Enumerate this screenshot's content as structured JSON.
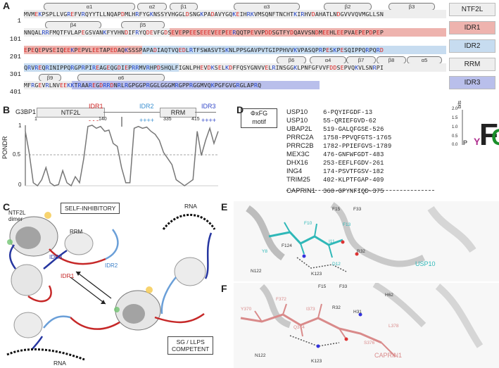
{
  "panel_letters": {
    "a": "A",
    "b": "B",
    "c": "C",
    "d": "D",
    "e": "E",
    "f": "F"
  },
  "panelA": {
    "secondary_structure": [
      "α1",
      "α2",
      "β1",
      "α3",
      "β2",
      "β3",
      "β4",
      "β5",
      "β6",
      "α4",
      "β7",
      "β8",
      "α5",
      "β9",
      "α6"
    ],
    "rows": [
      {
        "num": "1",
        "seq": "MVMEKPSPLLVGREFVRQYYTLLNQAPDMLHRFYGKNSSYVHGGLDSNGKPADAVYGQKEIHRKVMSQNFTNCHTKIRHVDAHATLNDGVVVQVMGLLSN"
      },
      {
        "num": "101",
        "seq": "NNQALRRFMQTFVLAPEGSVANKFYVHNDIFRYQDEVFGDSEVEPPEESEEEVEEPEERQQTPEVVPDDSGTFYDQAVVSNDMEEHLEEPVAEPEPDPEP"
      },
      {
        "num": "201",
        "seq": "EPEQEPVSEIQEEKPEPVLEETAPEDAQKSSSPAPADIAQTVQEDLRTFSWASVTSKNLPPSGAVPVTGIPPHVVKVPASQPRPESKPESQIPPQRPQRD"
      },
      {
        "num": "301",
        "seq": "QRVREQRINIPPQRGPRPIREAGEQGDIEPRRMVRHPDSHQLFIGNLPHEVDKSELKDFFQSYGNVVELRINSGGKLPNFGFVVFDDSEPVQKVLSNRPI"
      },
      {
        "num": "401",
        "seq": "MFRGEVRLNVEEKKTRAAREGDRRDNRLRGPGGPRGGLGGGMRGPPRGGMVQKPGFGVGRGLAPRQ"
      }
    ],
    "legend": [
      {
        "label": "NTF2L",
        "color": "#eeeeee"
      },
      {
        "label": "IDR1",
        "color": "#eeb3ae"
      },
      {
        "label": "IDR2",
        "color": "#c7dcf0"
      },
      {
        "label": "RRM",
        "color": "#eeeeee"
      },
      {
        "label": "IDR3",
        "color": "#b9bfeb"
      }
    ]
  },
  "panelB": {
    "protein": "G3BP1",
    "domains": [
      "NTF2L",
      "IDR1",
      "IDR2",
      "RRM",
      "IDR3"
    ],
    "idr1_charge": "- - -",
    "idr2_charge": "++++",
    "idr3_charge": "++++",
    "boundaries": [
      "1",
      "140",
      "335",
      "415"
    ],
    "ylabel": "PONDR",
    "yticks": [
      "1",
      "0.5",
      "0"
    ]
  },
  "chart_data": {
    "type": "line",
    "ylabel": "PONDR",
    "ylim": [
      0,
      1
    ],
    "x": [
      1,
      10,
      20,
      30,
      40,
      50,
      60,
      70,
      80,
      90,
      100,
      110,
      120,
      130,
      140,
      150,
      160,
      170,
      180,
      190,
      200,
      210,
      220,
      230,
      240,
      250,
      260,
      270,
      280,
      290,
      300,
      310,
      320,
      330,
      340,
      350,
      360,
      370,
      380,
      390,
      400,
      410,
      420,
      430,
      440,
      450,
      460
    ],
    "values": [
      0.9,
      0.55,
      0.05,
      0.0,
      0.1,
      0.3,
      0.05,
      0.0,
      0.02,
      0.25,
      0.05,
      0.0,
      0.15,
      0.05,
      0.45,
      0.98,
      1.0,
      0.95,
      0.98,
      0.9,
      0.92,
      0.7,
      0.65,
      0.3,
      0.05,
      0.05,
      0.95,
      0.98,
      0.95,
      0.97,
      0.9,
      0.85,
      0.75,
      0.55,
      0.45,
      0.35,
      0.1,
      0.05,
      0.0,
      0.05,
      0.1,
      0.9,
      0.5,
      0.75,
      0.95,
      0.7,
      0.9
    ]
  },
  "panelC": {
    "dimer_label": "NTF2L\ndimer",
    "self_inhibitory": "SELF-INHIBITORY",
    "competent": "SG / LLPS\nCOMPETENT",
    "rrm": "RRM",
    "idr1": "IDR1",
    "idr2": "IDR2",
    "idr3": "IDR3",
    "rna1": "RNA",
    "rna2": "RNA"
  },
  "panelD": {
    "motif_label": "ΦxFG\nmotif",
    "rows": [
      {
        "name": "USP10",
        "seq": "6-PQYIFGDF-13"
      },
      {
        "name": "USP10",
        "seq": "55-QRIEFGVD-62"
      },
      {
        "name": "UBAP2L",
        "seq": "519-GALQFGSE-526"
      },
      {
        "name": "PRRC2A",
        "seq": "1758-PPVQFGTS-1765"
      },
      {
        "name": "PRRC2B",
        "seq": "1782-PPIEFGVS-1789"
      },
      {
        "name": "MEX3C",
        "seq": "476-GNFWFGDT-483"
      },
      {
        "name": "DHX16",
        "seq": "253-EEFLFGDV-261"
      },
      {
        "name": "ING4",
        "seq": "174-PSVTFGSV-182"
      },
      {
        "name": "TRIM25",
        "seq": "402-KLPTFGAP-409"
      },
      {
        "name": "CAPRIN1",
        "seq": "368-GPYNFIQD-375"
      }
    ],
    "logo_ylabel": "bits",
    "logo_ticks": [
      "2.0",
      "1.5",
      "1.0",
      "0.5",
      "0.0"
    ]
  },
  "panelE": {
    "labels": [
      "F10",
      "Y8",
      "F15",
      "F33",
      "F13",
      "I11",
      "F124",
      "R32",
      "D12",
      "N122",
      "K123"
    ],
    "partner": "USP10"
  },
  "panelF": {
    "labels": [
      "F15",
      "F33",
      "H62",
      "Y370",
      "F372",
      "I373",
      "R32",
      "H31",
      "Q374",
      "L378",
      "S376",
      "N122",
      "K123"
    ],
    "partner": "CAPRIN1"
  }
}
